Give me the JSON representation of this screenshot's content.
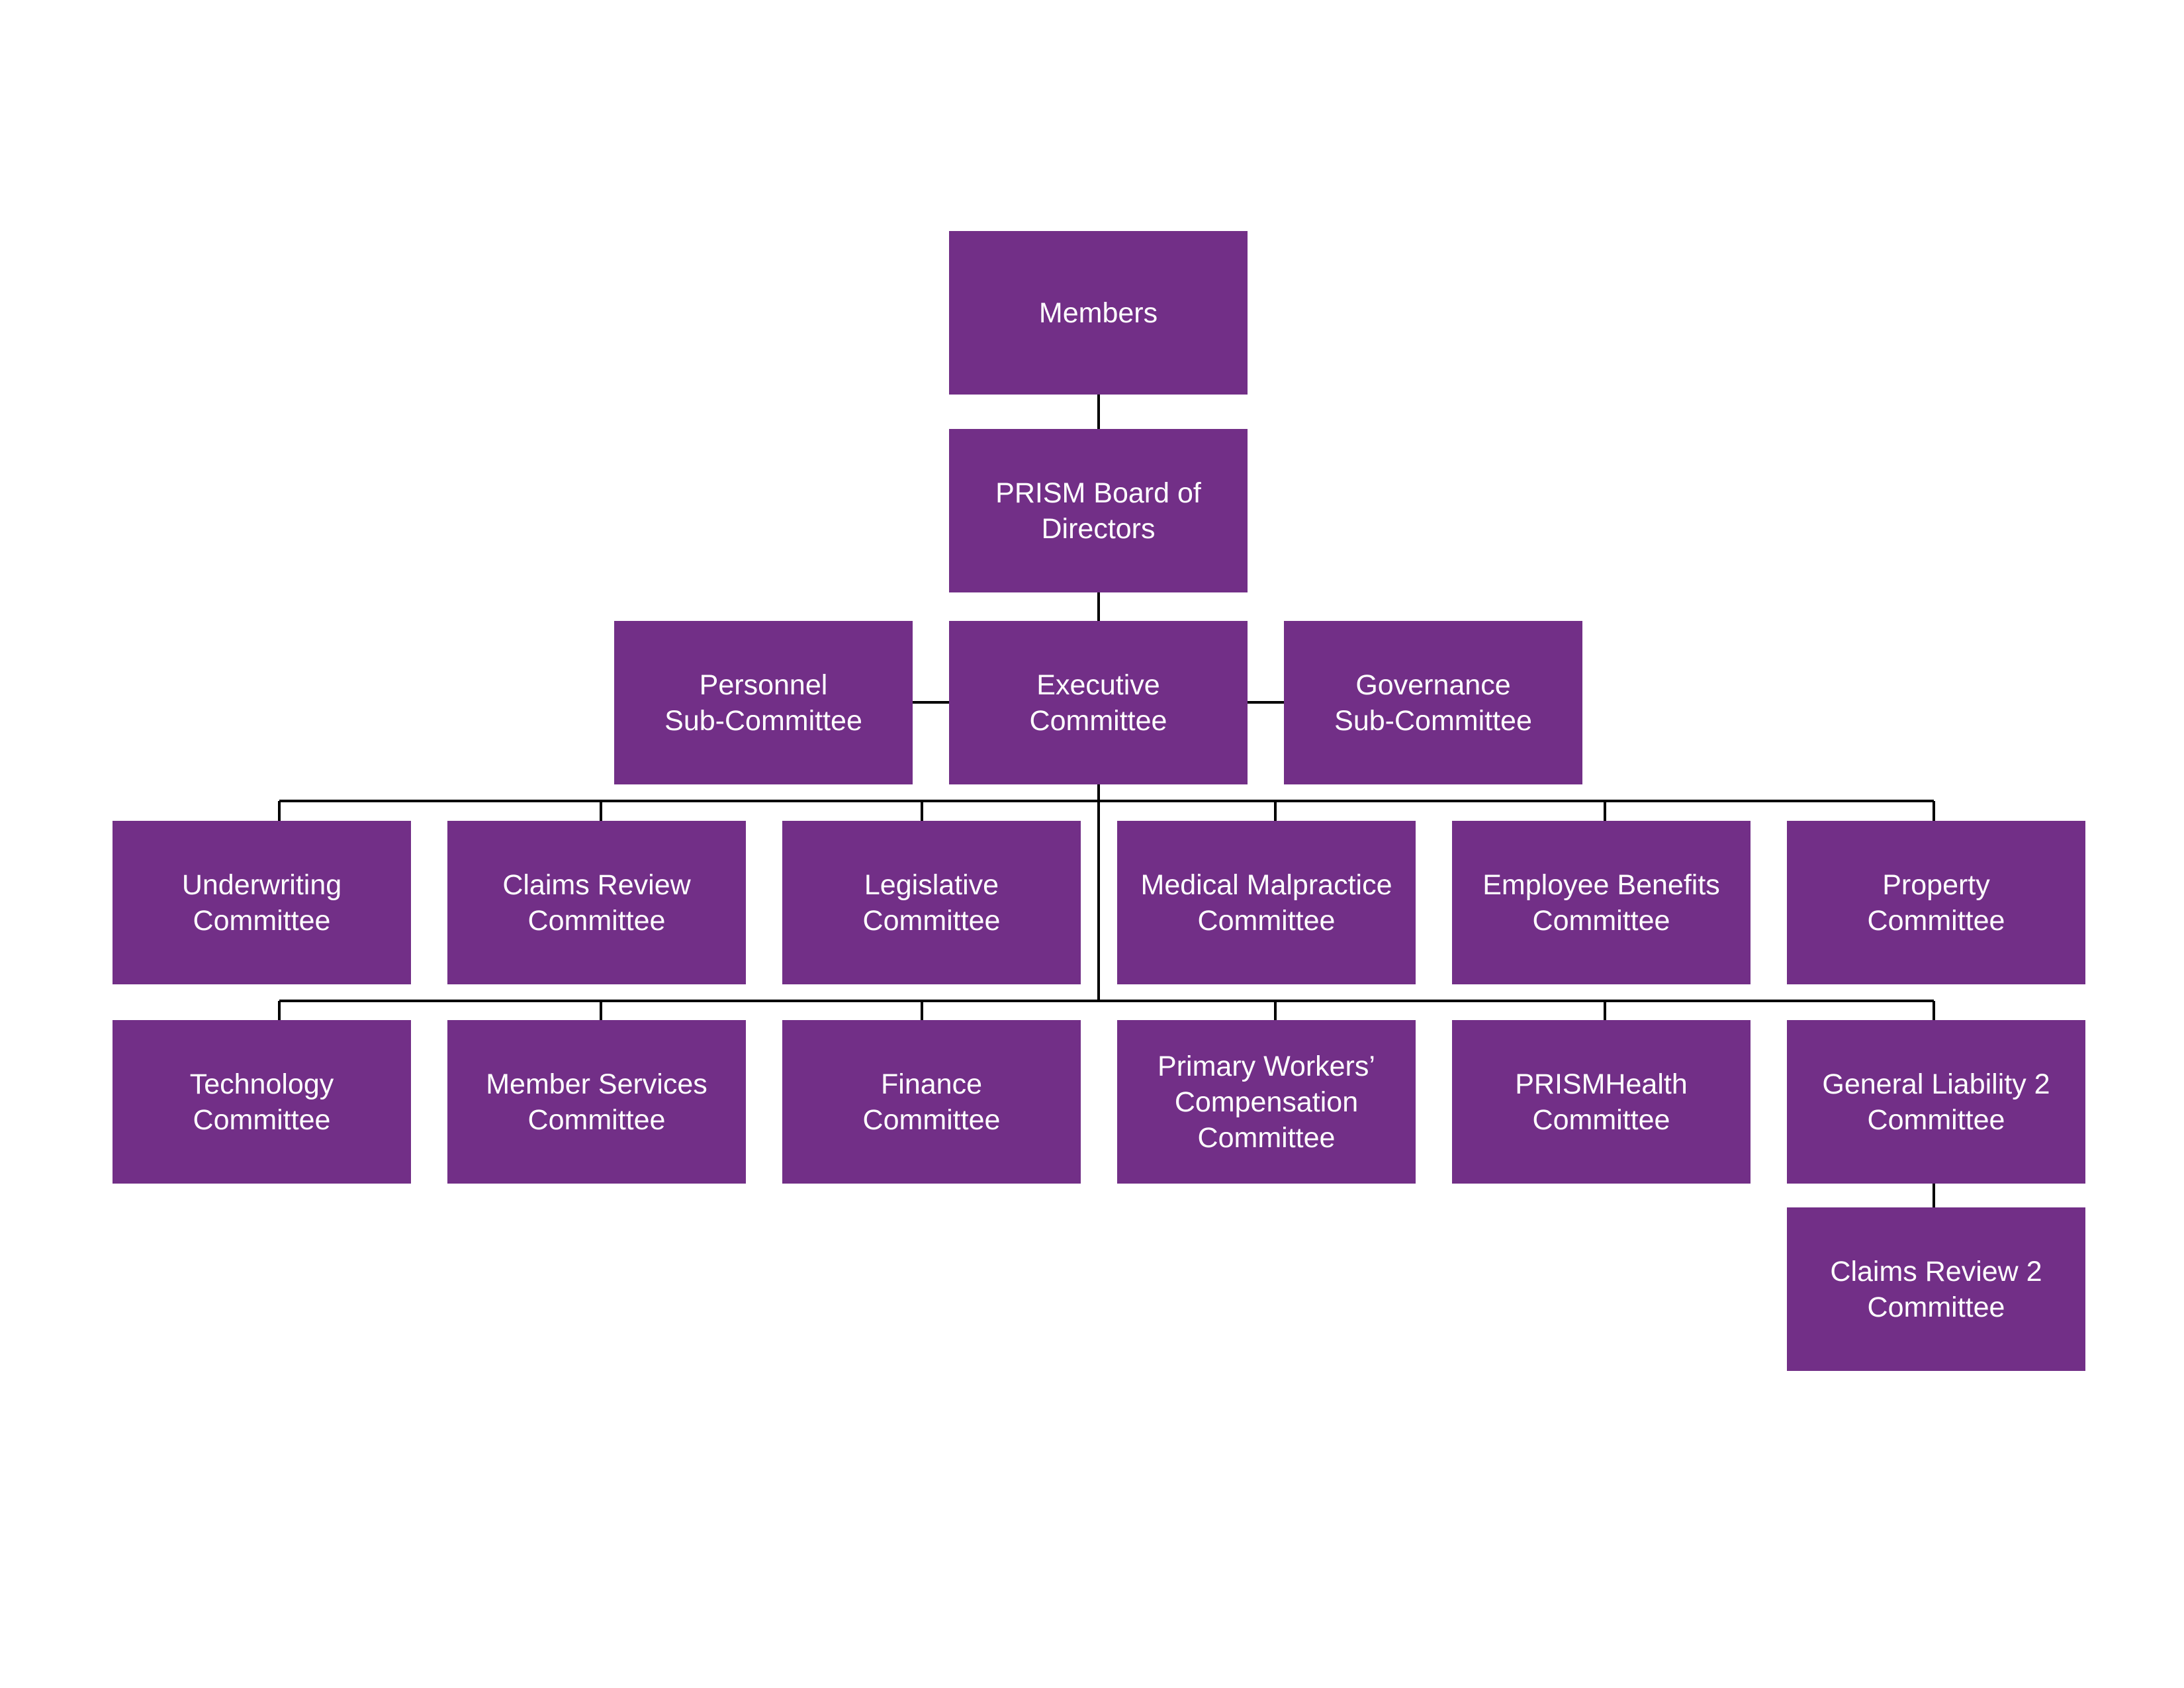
{
  "chart": {
    "colors": {
      "box": "#722f87",
      "text": "#ffffff",
      "line": "#000000"
    },
    "nodes": {
      "members": "Members",
      "board": "PRISM Board of\nDirectors",
      "personnel": "Personnel\nSub-Committee",
      "executive": "Executive\nCommittee",
      "governance": "Governance\nSub-Committee",
      "underwriting": "Underwriting\nCommittee",
      "claims_review": "Claims Review\nCommittee",
      "legislative": "Legislative\nCommittee",
      "medical_malpractice": "Medical Malpractice\nCommittee",
      "employee_benefits": "Employee Benefits\nCommittee",
      "property": "Property\nCommittee",
      "technology": "Technology\nCommittee",
      "member_services": "Member Services\nCommittee",
      "finance": "Finance\nCommittee",
      "primary_workers_comp": "Primary Workers’\nCompensation\nCommittee",
      "prismhealth": "PRISMHealth\nCommittee",
      "general_liability_2": "General Liability 2\nCommittee",
      "claims_review_2": "Claims Review 2\nCommittee"
    }
  }
}
